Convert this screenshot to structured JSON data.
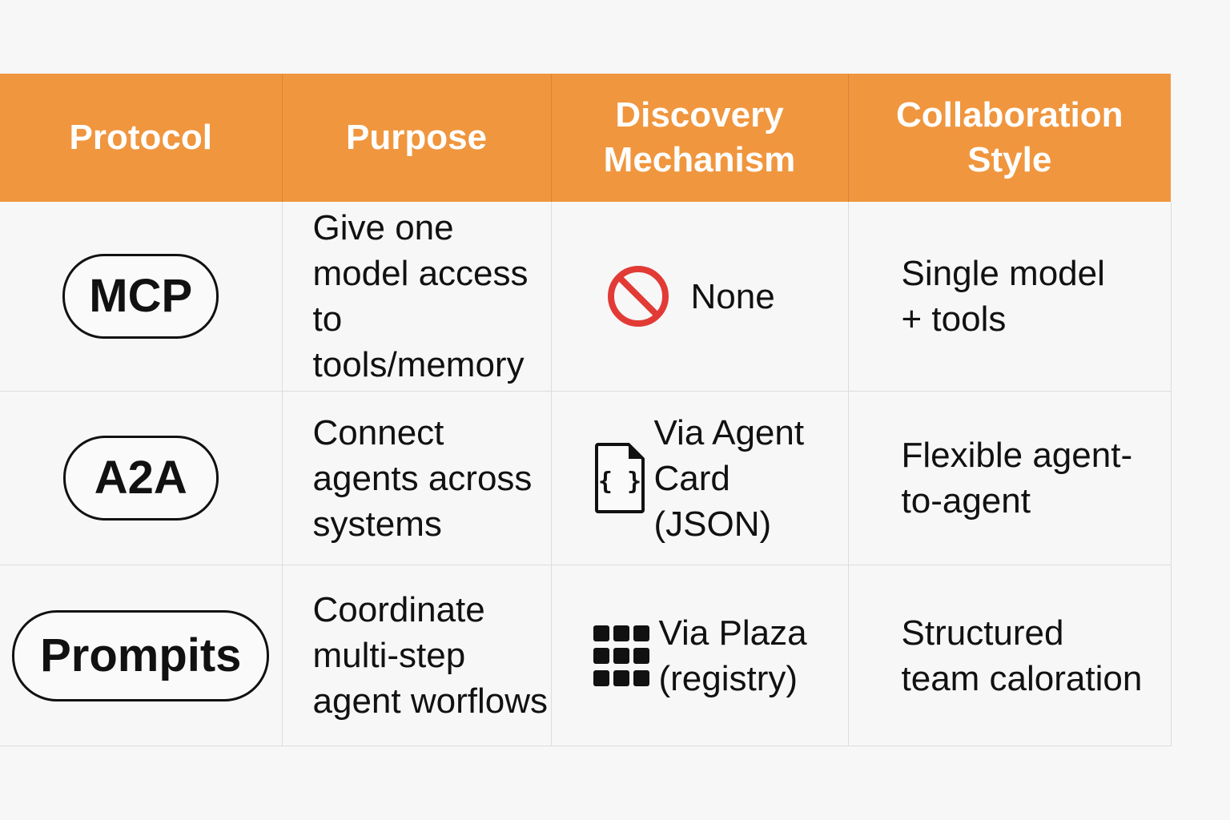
{
  "headers": [
    "Protocol",
    "Purpose",
    "Discovery\nMechanism",
    "Collaboration\nStyle"
  ],
  "rows": [
    {
      "protocol": "MCP",
      "purpose": "Give one\nmodel access\nto tools/memory",
      "discovery_icon": "prohibited-icon",
      "discovery": "None",
      "collaboration": "Single model\n+ tools"
    },
    {
      "protocol": "A2A",
      "purpose": "Connect\nagents across\nsystems",
      "discovery_icon": "json-file-icon",
      "discovery": "Via Agent\nCard\n(JSON)",
      "collaboration": "Flexible agent-\nto-agent"
    },
    {
      "protocol": "Prompits",
      "purpose": "Coordinate\nmulti-step\nagent worflows",
      "discovery_icon": "grid-icon",
      "discovery": "Via Plaza\n(registry)",
      "collaboration": "Structured\nteam caloration"
    }
  ],
  "colors": {
    "header_bg": "#f0963e",
    "header_text": "#ffffff",
    "prohibited_red": "#e23b36",
    "grid_lines": "#dcdcdc"
  }
}
